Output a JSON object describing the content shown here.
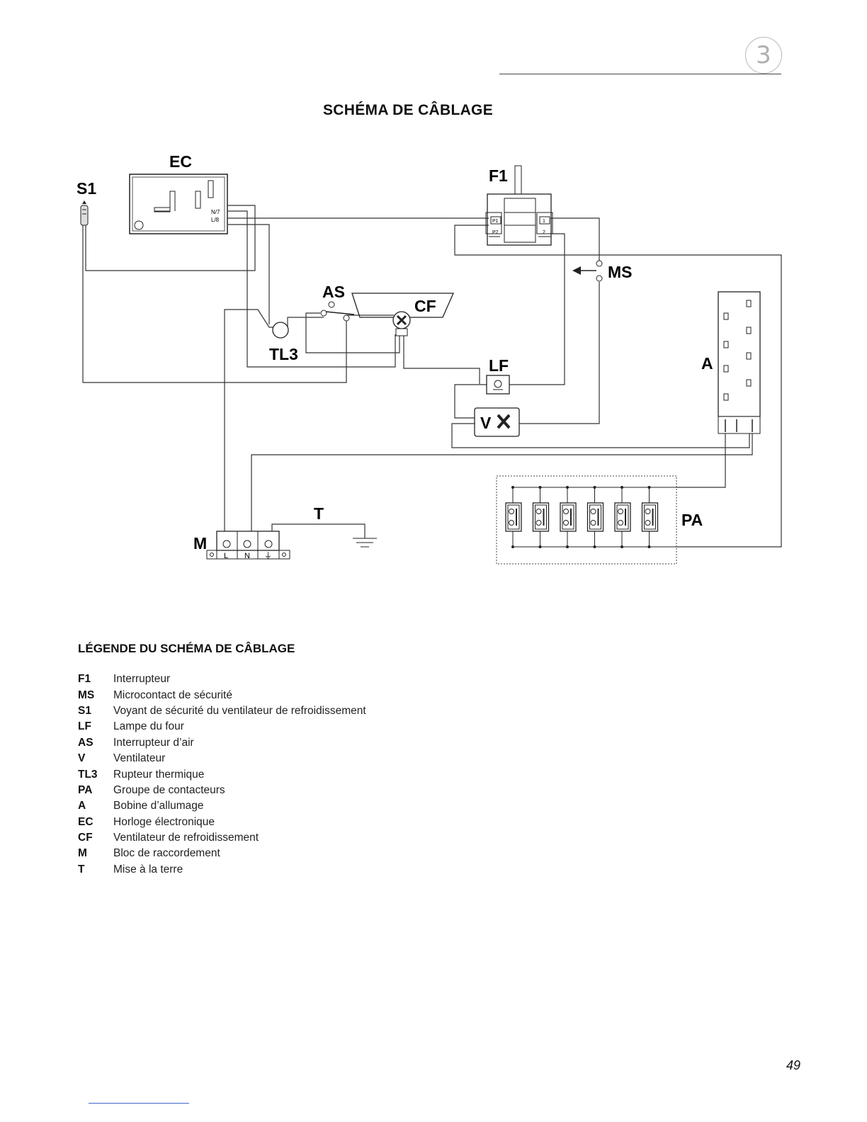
{
  "header": {
    "chapter_number": "3"
  },
  "title": "SCHÉMA DE CÂBLAGE",
  "diagram": {
    "labels": {
      "ec": "EC",
      "s1": "S1",
      "f1": "F1",
      "ms": "MS",
      "as": "AS",
      "cf": "CF",
      "tl3": "TL3",
      "lf": "LF",
      "a": "A",
      "v": "V",
      "t": "T",
      "m": "M",
      "pa": "PA"
    },
    "ec_terminals": {
      "n": "N/7",
      "l": "L/8"
    },
    "f1_terminals": {
      "p1": "P1",
      "p2": "P2",
      "t1": "1",
      "t2": "2"
    },
    "m_terminals": {
      "l": "L",
      "n": "N",
      "earth": "⏚"
    }
  },
  "legend": {
    "title": "LÉGENDE DU SCHÉMA DE CÂBLAGE",
    "items": [
      {
        "code": "F1",
        "desc": "Interrupteur"
      },
      {
        "code": "MS",
        "desc": "Microcontact de sécurité"
      },
      {
        "code": "S1",
        "desc": "Voyant de sécurité du ventilateur de refroidissement"
      },
      {
        "code": "LF",
        "desc": "Lampe du four"
      },
      {
        "code": "AS",
        "desc": "Interrupteur d’air"
      },
      {
        "code": "V",
        "desc": "Ventilateur"
      },
      {
        "code": "TL3",
        "desc": "Rupteur thermique"
      },
      {
        "code": "PA",
        "desc": "Groupe de contacteurs"
      },
      {
        "code": "A",
        "desc": "Bobine d’allumage"
      },
      {
        "code": "EC",
        "desc": "Horloge électronique"
      },
      {
        "code": "CF",
        "desc": "Ventilateur de refroidissement"
      },
      {
        "code": "M",
        "desc": "Bloc de raccordement"
      },
      {
        "code": "T",
        "desc": "Mise à la terre"
      }
    ]
  },
  "page_number": "49"
}
